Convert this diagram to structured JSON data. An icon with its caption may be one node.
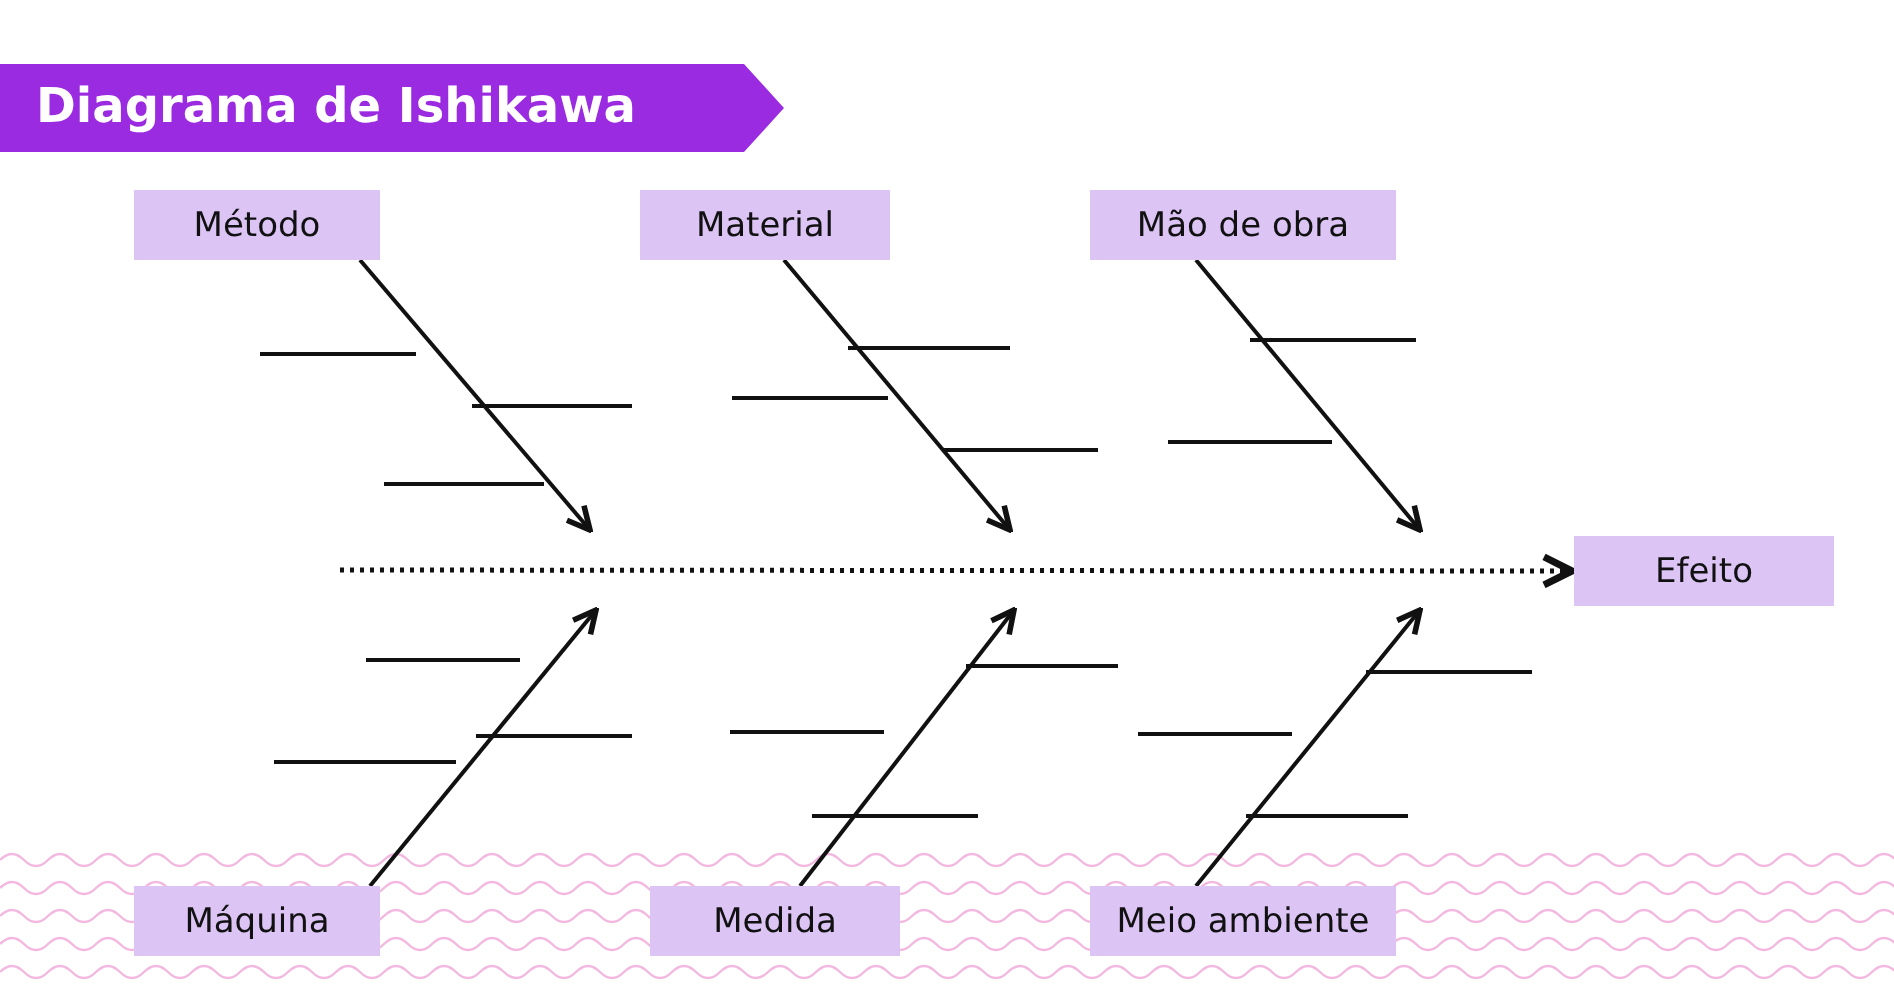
{
  "diagram": {
    "title": "Diagrama de Ishikawa",
    "nodes": [
      {
        "text": [
          "Método"
        ]
      },
      {
        "text": [
          "Material"
        ]
      },
      {
        "text": [
          "Mão de obra"
        ]
      },
      {
        "text": [
          "Efeito"
        ]
      },
      {
        "text": [
          "Máquina"
        ]
      },
      {
        "text": [
          "Medida"
        ]
      },
      {
        "text": [
          "Meio ambiente"
        ]
      }
    ],
    "edges": [
      {
        "from": 0,
        "to": null,
        "arrow": "to"
      },
      {
        "from": 1,
        "to": null,
        "arrow": "to"
      },
      {
        "from": 2,
        "to": null,
        "arrow": "to"
      },
      {
        "from": null,
        "to": 3,
        "arrow": "to",
        "style": "dashed"
      },
      {
        "from": 4,
        "to": null,
        "arrow": "to"
      },
      {
        "from": 5,
        "to": null,
        "arrow": "to"
      },
      {
        "from": 6,
        "to": null,
        "arrow": "to"
      }
    ]
  }
}
